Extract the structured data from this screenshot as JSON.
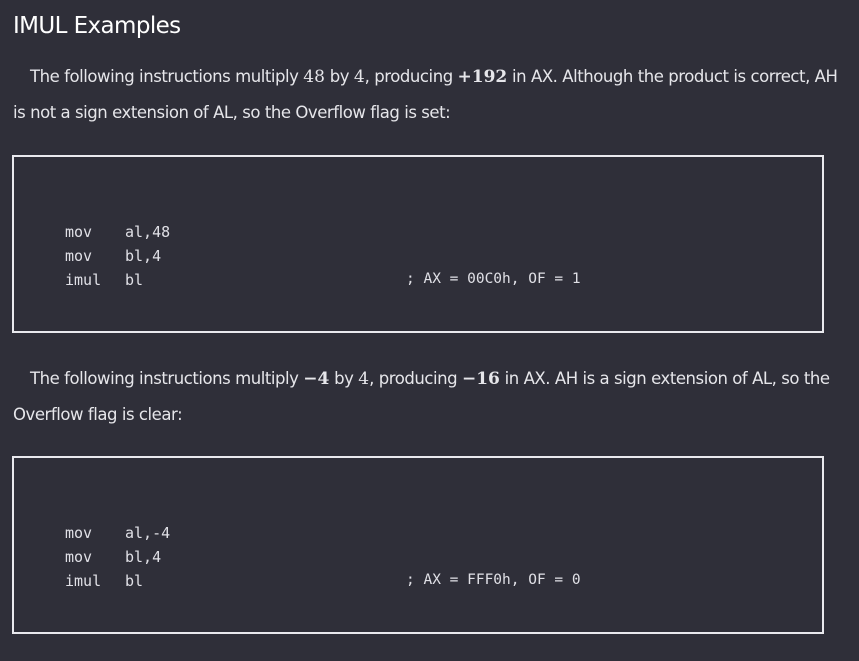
{
  "heading": "IMUL Examples",
  "paragraph1": {
    "t1": "The following instructions multiply ",
    "n1": "48",
    "t2": " by ",
    "n2": "4",
    "t3": ", producing ",
    "n3": "+192",
    "t4": " in AX. Although the product is correct, AH is not a sign extension of AL, so the Overflow flag is set:"
  },
  "code1": [
    {
      "op": "mov",
      "args": "al,48",
      "comment": ""
    },
    {
      "op": "mov",
      "args": "bl,4",
      "comment": ""
    },
    {
      "op": "imul",
      "args": "bl",
      "comment": "; AX = 00C0h, OF = 1"
    }
  ],
  "paragraph2": {
    "t1": "The following instructions multiply ",
    "n1": "−4",
    "t2": " by ",
    "n2": "4",
    "t3": ", producing ",
    "n3": "−16",
    "t4": " in AX. AH is a sign extension of AL, so the Overflow flag is clear:"
  },
  "code2": [
    {
      "op": "mov",
      "args": "al,-4",
      "comment": ""
    },
    {
      "op": "mov",
      "args": "bl,4",
      "comment": ""
    },
    {
      "op": "imul",
      "args": "bl",
      "comment": "; AX = FFF0h, OF = 0"
    }
  ],
  "colors": {
    "background": "#2f2f39",
    "text": "#e6e6ea",
    "border": "#e9e9ee"
  }
}
